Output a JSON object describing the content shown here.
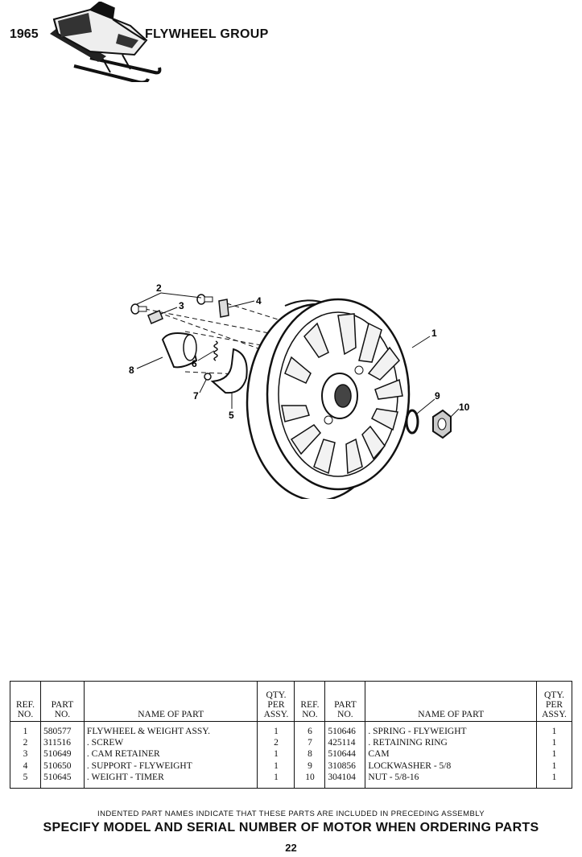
{
  "header": {
    "year": "1965",
    "title": "FLYWHEEL GROUP"
  },
  "diagram": {
    "callouts": [
      "1",
      "2",
      "3",
      "4",
      "5",
      "6",
      "7",
      "8",
      "9",
      "10"
    ]
  },
  "table": {
    "headers": {
      "ref_l1": "REF.",
      "ref_l2": "NO.",
      "part_l1": "PART",
      "part_l2": "NO.",
      "name": "NAME OF PART",
      "qty_l1": "QTY.",
      "qty_l2": "PER",
      "qty_l3": "ASSY."
    },
    "rows": [
      {
        "left": {
          "ref": "1",
          "part": "580577",
          "name": "FLYWHEEL & WEIGHT ASSY.",
          "qty": "1"
        },
        "right": {
          "ref": "6",
          "part": "510646",
          "name": ". SPRING - FLYWEIGHT",
          "qty": "1"
        }
      },
      {
        "left": {
          "ref": "2",
          "part": "311516",
          "name": ". SCREW",
          "qty": "2"
        },
        "right": {
          "ref": "7",
          "part": "425114",
          "name": ". RETAINING RING",
          "qty": "1"
        }
      },
      {
        "left": {
          "ref": "3",
          "part": "510649",
          "name": ". CAM RETAINER",
          "qty": "1"
        },
        "right": {
          "ref": "8",
          "part": "510644",
          "name": "CAM",
          "qty": "1"
        }
      },
      {
        "left": {
          "ref": "4",
          "part": "510650",
          "name": ". SUPPORT - FLYWEIGHT",
          "qty": "1"
        },
        "right": {
          "ref": "9",
          "part": "310856",
          "name": "LOCKWASHER - 5/8",
          "qty": "1"
        }
      },
      {
        "left": {
          "ref": "5",
          "part": "510645",
          "name": ". WEIGHT - TIMER",
          "qty": "1"
        },
        "right": {
          "ref": "10",
          "part": "304104",
          "name": "NUT - 5/8-16",
          "qty": "1"
        }
      }
    ]
  },
  "footer": {
    "note": "INDENTED PART NAMES INDICATE THAT THESE PARTS ARE INCLUDED IN PRECEDING ASSEMBLY",
    "specify": "SPECIFY MODEL AND SERIAL NUMBER OF MOTOR WHEN ORDERING PARTS",
    "page_number": "22"
  }
}
